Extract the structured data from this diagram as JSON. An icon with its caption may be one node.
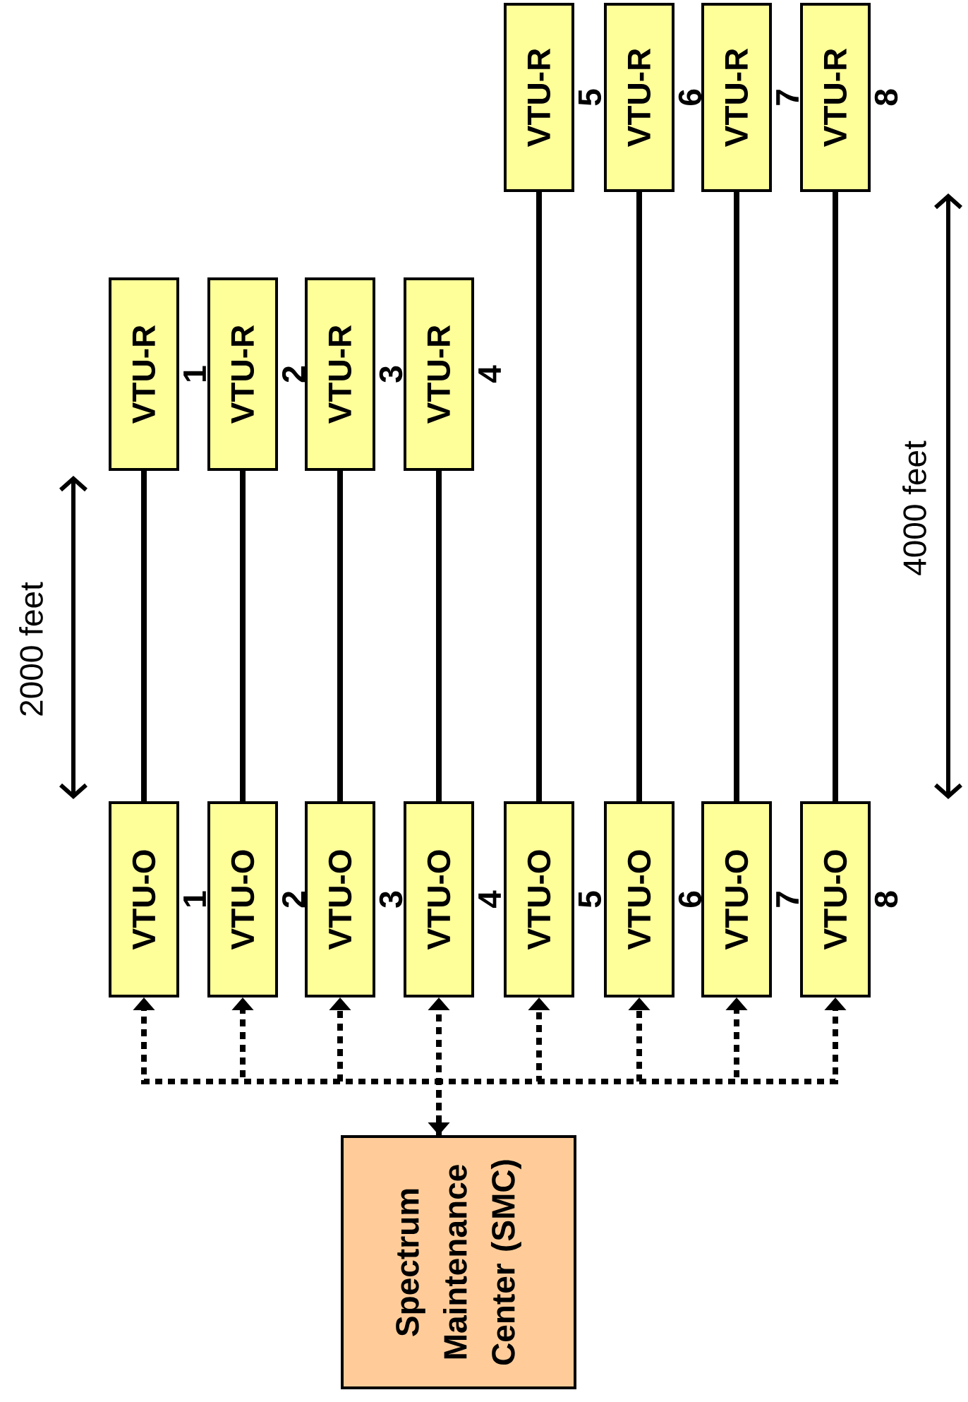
{
  "diagram": {
    "nodes": [
      {
        "text": [
          "VTU-O"
        ],
        "beside": [
          "1"
        ]
      },
      {
        "text": [
          "VTU-O"
        ],
        "beside": [
          "2"
        ]
      },
      {
        "text": [
          "VTU-O"
        ],
        "beside": [
          "3"
        ]
      },
      {
        "text": [
          "VTU-O"
        ],
        "beside": [
          "4"
        ]
      },
      {
        "text": [
          "VTU-O"
        ],
        "beside": [
          "5"
        ]
      },
      {
        "text": [
          "VTU-O"
        ],
        "beside": [
          "6"
        ]
      },
      {
        "text": [
          "VTU-O"
        ],
        "beside": [
          "7"
        ]
      },
      {
        "text": [
          "VTU-O"
        ],
        "beside": [
          "8"
        ]
      },
      {
        "text": [
          "VTU-R"
        ],
        "beside": [
          "1"
        ]
      },
      {
        "text": [
          "VTU-R"
        ],
        "beside": [
          "2"
        ]
      },
      {
        "text": [
          "VTU-R"
        ],
        "beside": [
          "3"
        ]
      },
      {
        "text": [
          "VTU-R"
        ],
        "beside": [
          "4"
        ]
      },
      {
        "text": [
          "VTU-R"
        ],
        "beside": [
          "5"
        ]
      },
      {
        "text": [
          "VTU-R"
        ],
        "beside": [
          "6"
        ]
      },
      {
        "text": [
          "VTU-R"
        ],
        "beside": [
          "7"
        ]
      },
      {
        "text": [
          "VTU-R"
        ],
        "beside": [
          "8"
        ]
      },
      {
        "text": [
          "Spectrum Maintenance Center (SMC)"
        ]
      }
    ],
    "edges": [
      {
        "from": 0,
        "to": 8,
        "arrow": "none"
      },
      {
        "from": 1,
        "to": 9,
        "arrow": "none"
      },
      {
        "from": 2,
        "to": 10,
        "arrow": "none"
      },
      {
        "from": 3,
        "to": 11,
        "arrow": "none"
      },
      {
        "from": 4,
        "to": 12,
        "arrow": "none"
      },
      {
        "from": 5,
        "to": 13,
        "arrow": "none"
      },
      {
        "from": 6,
        "to": 14,
        "arrow": "none"
      },
      {
        "from": 7,
        "to": 15,
        "arrow": "none"
      },
      {
        "from": 16,
        "to": 0,
        "arrow": "to",
        "style": "dashed"
      },
      {
        "from": 16,
        "to": 1,
        "arrow": "to",
        "style": "dashed"
      },
      {
        "from": 16,
        "to": 2,
        "arrow": "to",
        "style": "dashed"
      },
      {
        "from": 16,
        "to": 3,
        "arrow": "both",
        "style": "dashed"
      },
      {
        "from": 16,
        "to": 4,
        "arrow": "to",
        "style": "dashed"
      },
      {
        "from": 16,
        "to": 5,
        "arrow": "to",
        "style": "dashed"
      },
      {
        "from": 16,
        "to": 6,
        "arrow": "to",
        "style": "dashed"
      },
      {
        "from": 16,
        "to": 7,
        "arrow": "to",
        "style": "dashed"
      }
    ],
    "labels": [
      "2000 feet",
      "4000 feet"
    ]
  }
}
